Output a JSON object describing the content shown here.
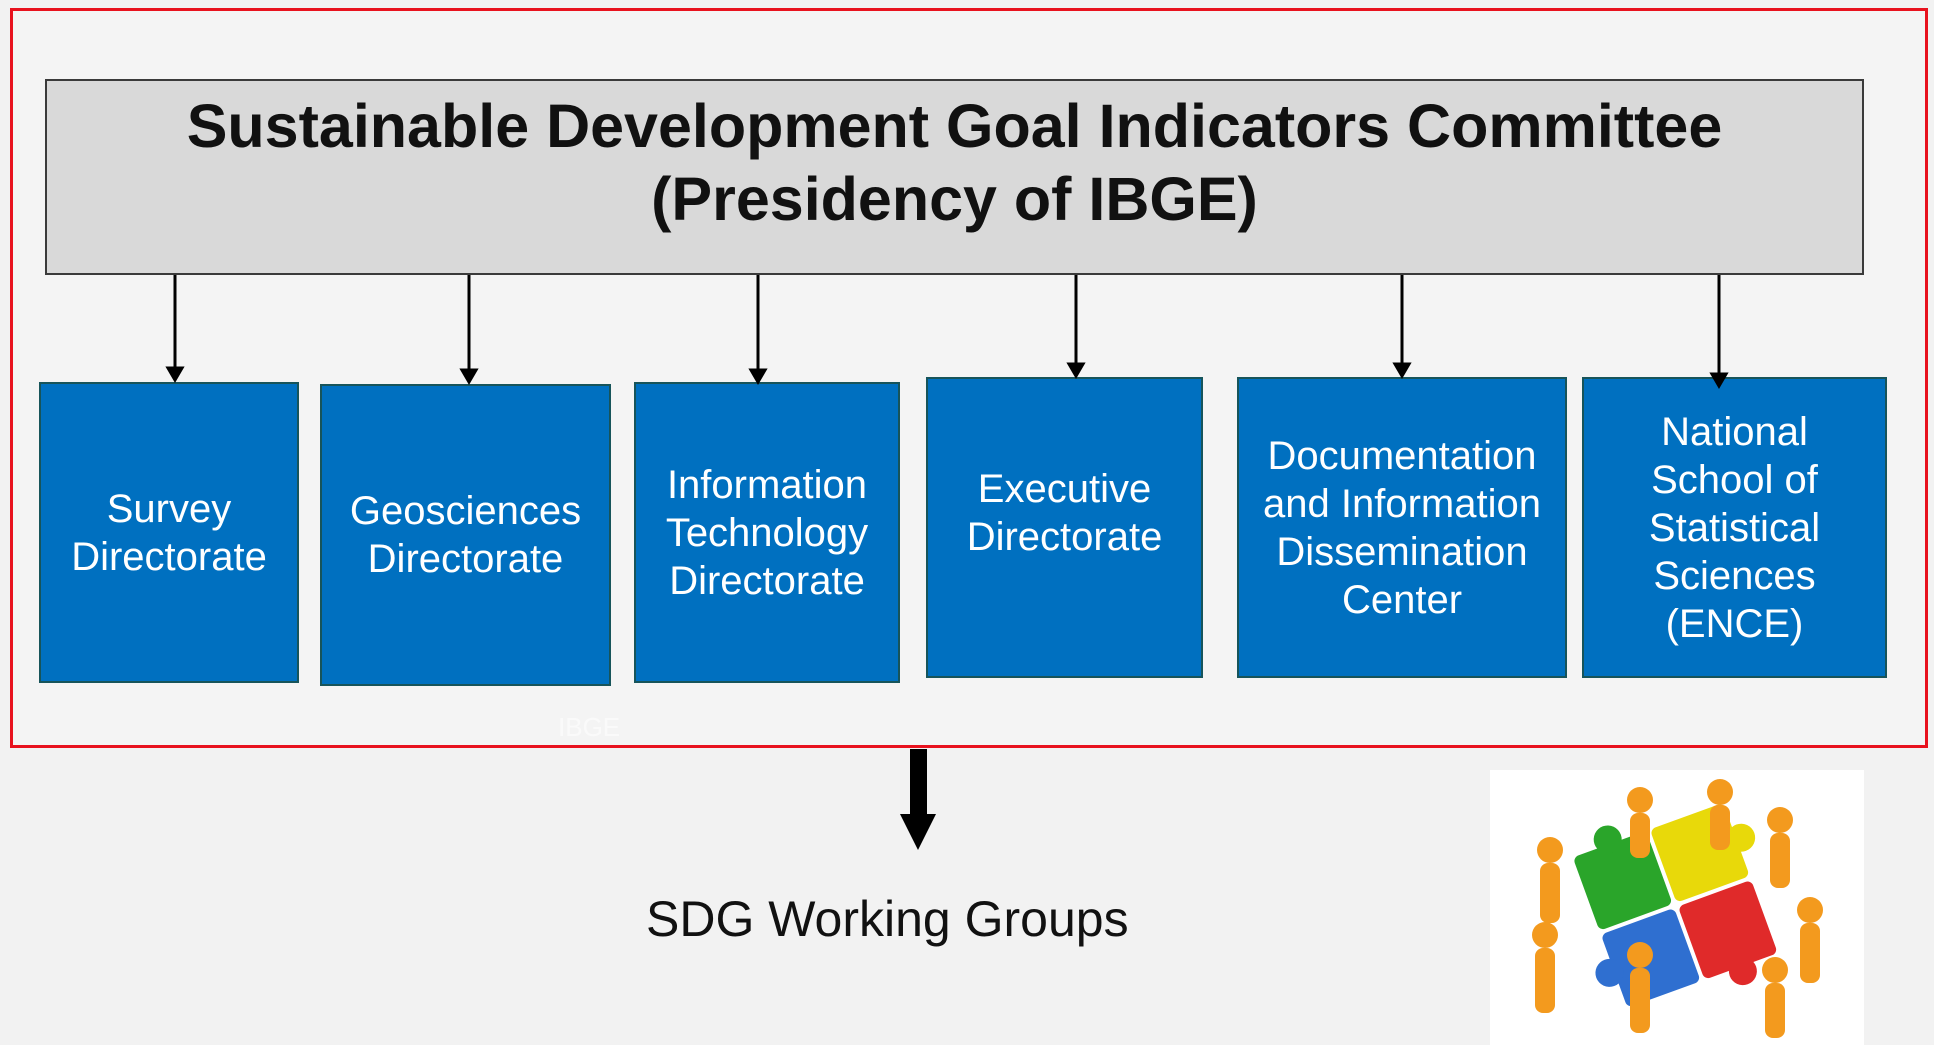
{
  "committee": {
    "title_line1": "Sustainable Development Goal Indicators Committee",
    "title_line2": "(Presidency of IBGE)"
  },
  "directorates": [
    {
      "lines": [
        "Survey",
        "Directorate"
      ]
    },
    {
      "lines": [
        "Geosciences",
        "Directorate"
      ]
    },
    {
      "lines": [
        "Information",
        "Technology",
        "Directorate"
      ]
    },
    {
      "lines": [
        "Executive",
        "Directorate"
      ]
    },
    {
      "lines": [
        "Documentation",
        "and Information",
        "Dissemination",
        "Center"
      ]
    },
    {
      "lines": [
        "National",
        "School of",
        "Statistical",
        "Sciences",
        "(ENCE)"
      ]
    }
  ],
  "watermark": "IBGE",
  "working_groups_label": "SDG Working Groups",
  "colors": {
    "frame": "#e8121e",
    "committee_fill": "#d9d9d9",
    "directorate_fill": "#0070c0",
    "puzzle_pieces": [
      "#2f6fd0",
      "#2aa52a",
      "#e8d90a",
      "#e02a2a"
    ],
    "figures": "#f39a1e"
  },
  "illustration_icon": "teamwork-puzzle-icon"
}
